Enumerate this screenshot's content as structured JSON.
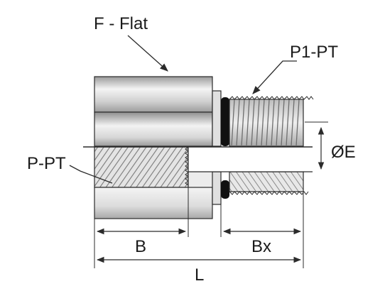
{
  "labels": {
    "flat": "F - Flat",
    "p1_pt": "P1-PT",
    "p_pt": "P-PT",
    "diameter": "ØE",
    "b": "B",
    "bx": "Bx",
    "l": "L"
  },
  "colors": {
    "outline": "#2b2b2b",
    "thread_shade": "#8a8a8a",
    "body_light": "#f2f2f2",
    "body_mid": "#bdbdbd",
    "oring": "#111111"
  }
}
